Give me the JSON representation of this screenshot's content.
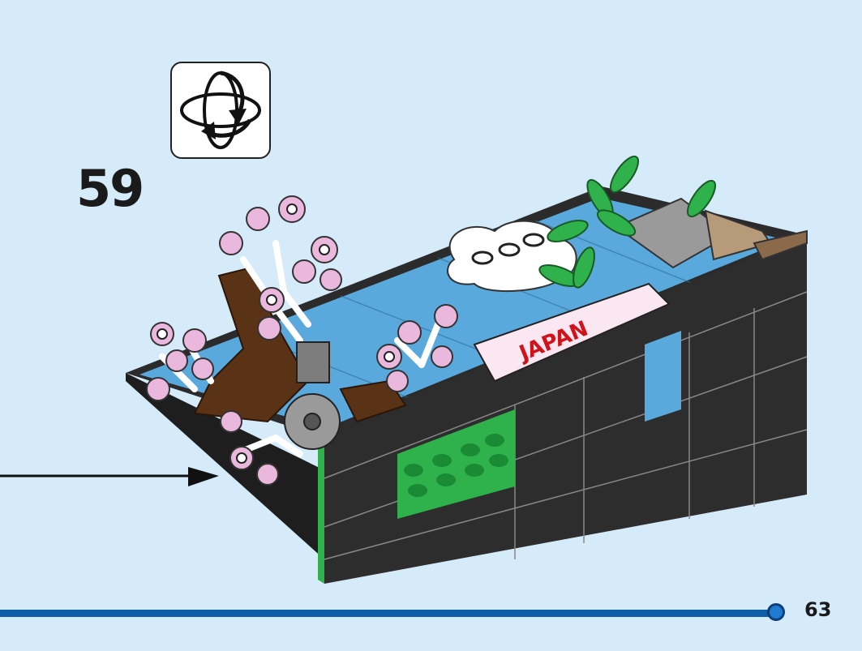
{
  "step": {
    "number": "59"
  },
  "rotate_hint": {
    "icon": "rotate-model-icon"
  },
  "model": {
    "sign_text": "JAPAN",
    "colors": {
      "dark_bricks": "#2d2d2d",
      "water_tiles": "#5aa9dd",
      "green_plates": "#2fb24c",
      "blossom_pink": "#eab8dc",
      "trunk_brown": "#5a3215",
      "cloud_white": "#ffffff"
    }
  },
  "footer": {
    "page_number": "63",
    "bar_color": "#0f5ea8"
  }
}
